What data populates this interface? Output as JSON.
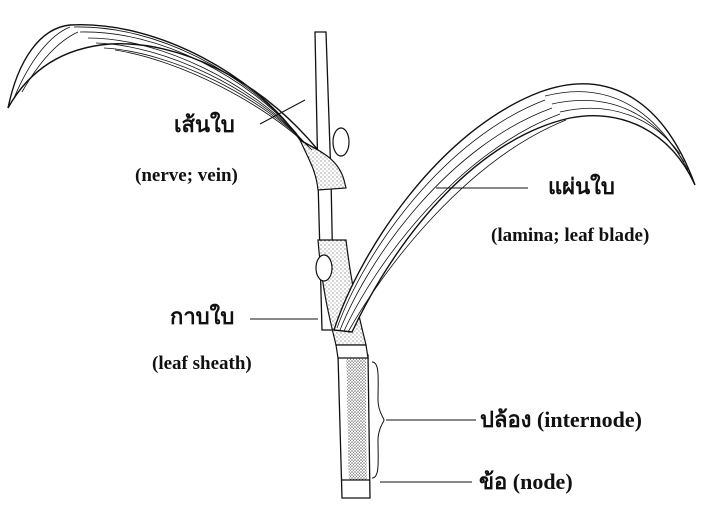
{
  "labels": {
    "vein_thai": "เส้นใบ",
    "vein_eng": "(nerve; vein)",
    "blade_thai": "แผ่นใบ",
    "blade_eng": "(lamina; leaf blade)",
    "sheath_thai": "กาบใบ",
    "sheath_eng": "(leaf sheath)",
    "internode": "ปล้อง (internode)",
    "node": "ข้อ (node)"
  }
}
